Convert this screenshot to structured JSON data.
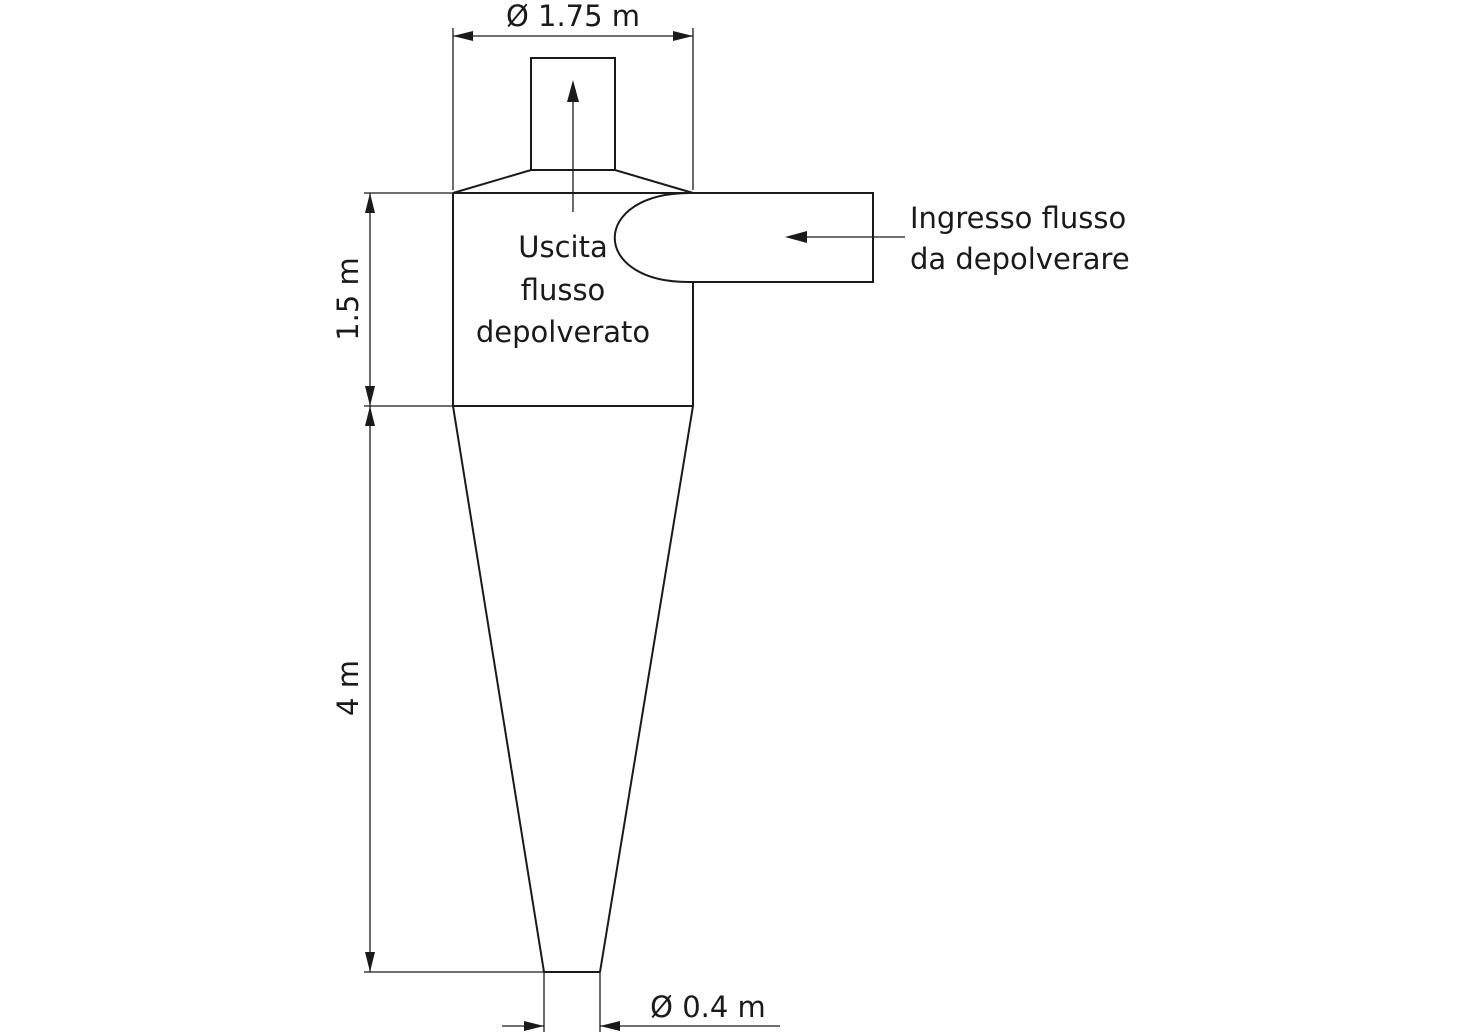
{
  "labels": {
    "top_diameter": "Ø 1.75 m",
    "bottom_diameter": "Ø 0.4 m",
    "cylinder_height": "1.5 m",
    "cone_height": "4 m",
    "outlet": [
      "Uscita",
      "flusso",
      "depolverato"
    ],
    "inlet": [
      "Ingresso flusso",
      "da depolverare"
    ]
  }
}
